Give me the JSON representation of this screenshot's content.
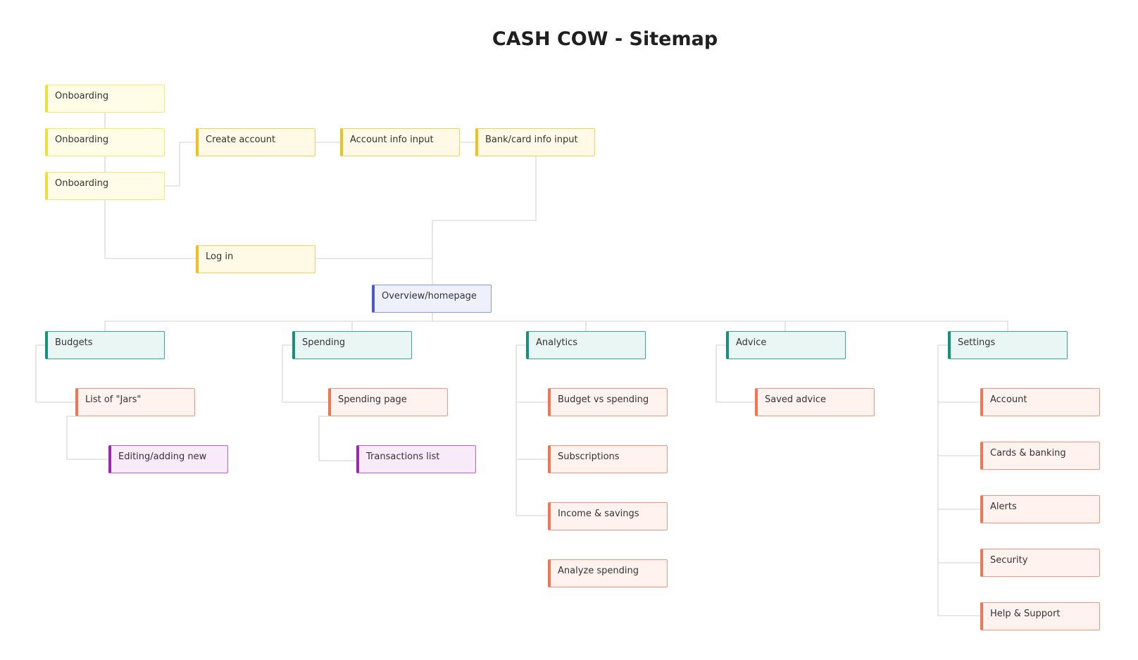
{
  "title": "CASH COW - Sitemap",
  "colors": {
    "connector": "#d9d9d9",
    "onboarding": "#ece03a",
    "account": "#eec021",
    "home": "#4a57cf",
    "section": "#11937a",
    "subpage": "#f07550",
    "detail": "#9c27b0"
  },
  "nodes": {
    "onboarding_1": "Onboarding",
    "onboarding_2": "Onboarding",
    "onboarding_3": "Onboarding",
    "create_account": "Create account",
    "account_info_input": "Account info input",
    "bank_card_info_input": "Bank/card info input",
    "log_in": "Log in",
    "overview_homepage": "Overview/homepage",
    "budgets": "Budgets",
    "spending": "Spending",
    "analytics": "Analytics",
    "advice": "Advice",
    "settings": "Settings",
    "list_of_jars": "List of \"Jars\"",
    "editing_adding_new": "Editing/adding new",
    "spending_page": "Spending page",
    "transactions_list": "Transactions list",
    "budget_vs_spending": "Budget vs spending",
    "subscriptions": "Subscriptions",
    "income_savings": "Income & savings",
    "analyze_spending": "Analyze spending",
    "saved_advice": "Saved advice",
    "account": "Account",
    "cards_banking": "Cards & banking",
    "alerts": "Alerts",
    "security": "Security",
    "help_support": "Help & Support"
  }
}
